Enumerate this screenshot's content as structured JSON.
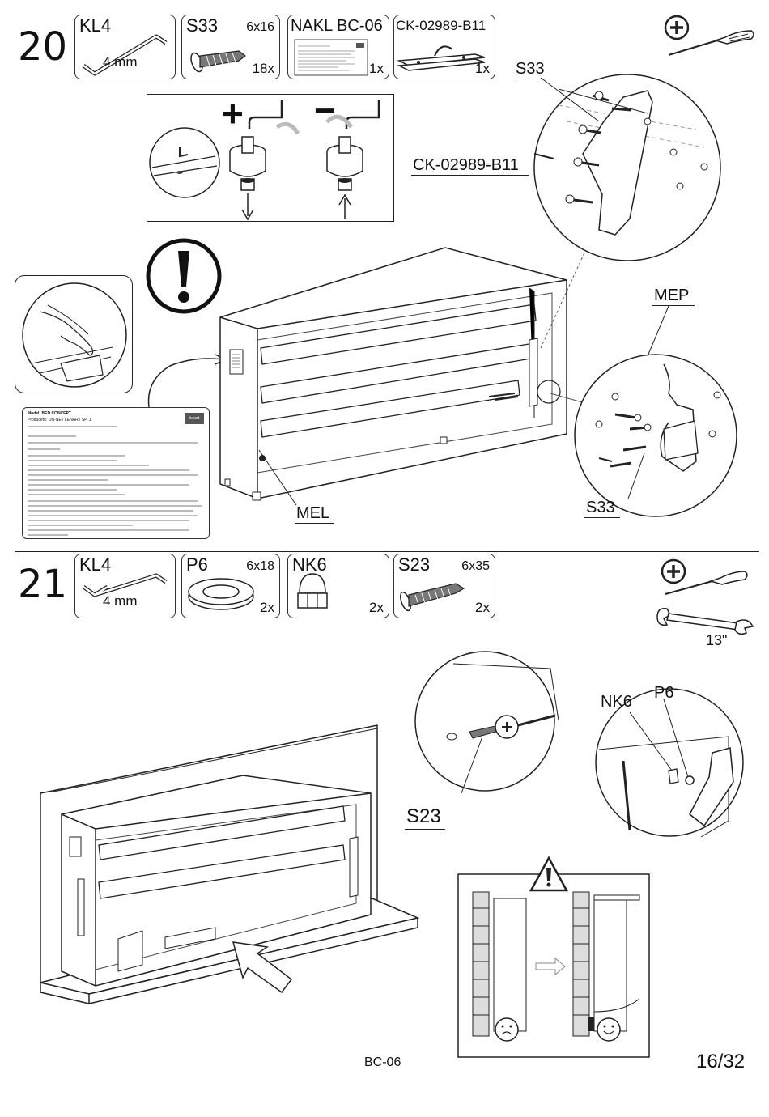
{
  "step20": {
    "number": "20",
    "parts": [
      {
        "code": "KL4",
        "size": "",
        "qty": "",
        "length": "4 mm",
        "icon": "allen-key-icon"
      },
      {
        "code": "S33",
        "size": "6x16",
        "qty": "18x",
        "length": "",
        "icon": "screw-icon"
      },
      {
        "code": "NAKL BC-06",
        "size": "",
        "qty": "1x",
        "length": "",
        "icon": "label-sticker-icon"
      },
      {
        "code": "CK-02989-B11",
        "size": "",
        "qty": "1x",
        "length": "",
        "icon": "slide-rail-icon"
      }
    ],
    "callouts": {
      "s33_top": "S33",
      "ck_rail": "CK-02989-B11",
      "mep": "MEP",
      "s33_bottom": "S33",
      "mel": "MEL"
    },
    "adjust_signs": {
      "plus": "+",
      "minus": "−"
    },
    "label_card": {
      "model": "Model: BED CONCEPT",
      "producer": "Producent: ON-NET LENART SP. J.",
      "brand": "lenart"
    }
  },
  "step21": {
    "number": "21",
    "parts": [
      {
        "code": "KL4",
        "size": "",
        "qty": "",
        "length": "4 mm",
        "icon": "allen-key-icon"
      },
      {
        "code": "P6",
        "size": "6x18",
        "qty": "2x",
        "length": "",
        "icon": "washer-icon"
      },
      {
        "code": "NK6",
        "size": "",
        "qty": "2x",
        "length": "",
        "icon": "cap-nut-icon"
      },
      {
        "code": "S23",
        "size": "6x35",
        "qty": "2x",
        "length": "",
        "icon": "long-screw-icon"
      }
    ],
    "wrench_size": "13\"",
    "callouts": {
      "s23": "S23",
      "nk6": "NK6",
      "p6": "P6"
    }
  },
  "footer": {
    "model_code": "BC-06",
    "page": "16/32"
  }
}
